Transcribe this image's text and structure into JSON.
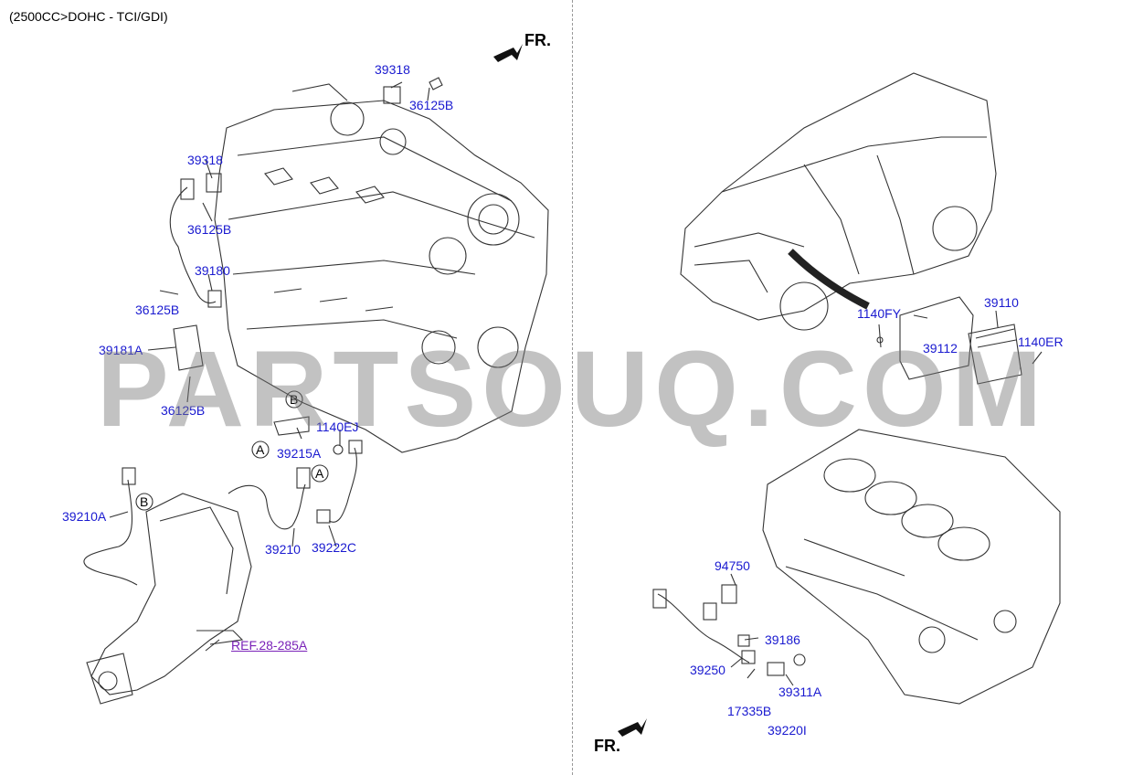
{
  "header": {
    "title": "(2500CC>DOHC - TCI/GDI)"
  },
  "direction": {
    "fr_top": "FR.",
    "fr_bottom": "FR."
  },
  "watermark": "PARTSOUQ.COM",
  "callouts": {
    "a": "A",
    "b": "B"
  },
  "labels": {
    "p39318_top": "39318",
    "p36125b_top": "36125B",
    "p39318_left": "39318",
    "p36125b_left": "36125B",
    "p39180": "39180",
    "p36125b_mid": "36125B",
    "p39181a": "39181A",
    "p36125b_low": "36125B",
    "p1140ej": "1140EJ",
    "p39215a": "39215A",
    "p39210a": "39210A",
    "p39210": "39210",
    "p39222c": "39222C",
    "ref": "REF.28-285A",
    "p1140fy": "1140FY",
    "p39110": "39110",
    "p39112": "39112",
    "p1140er": "1140ER",
    "p94750": "94750",
    "p39186": "39186",
    "p39250": "39250",
    "p39311a": "39311A",
    "p17335b": "17335B",
    "p39220i": "39220I"
  }
}
